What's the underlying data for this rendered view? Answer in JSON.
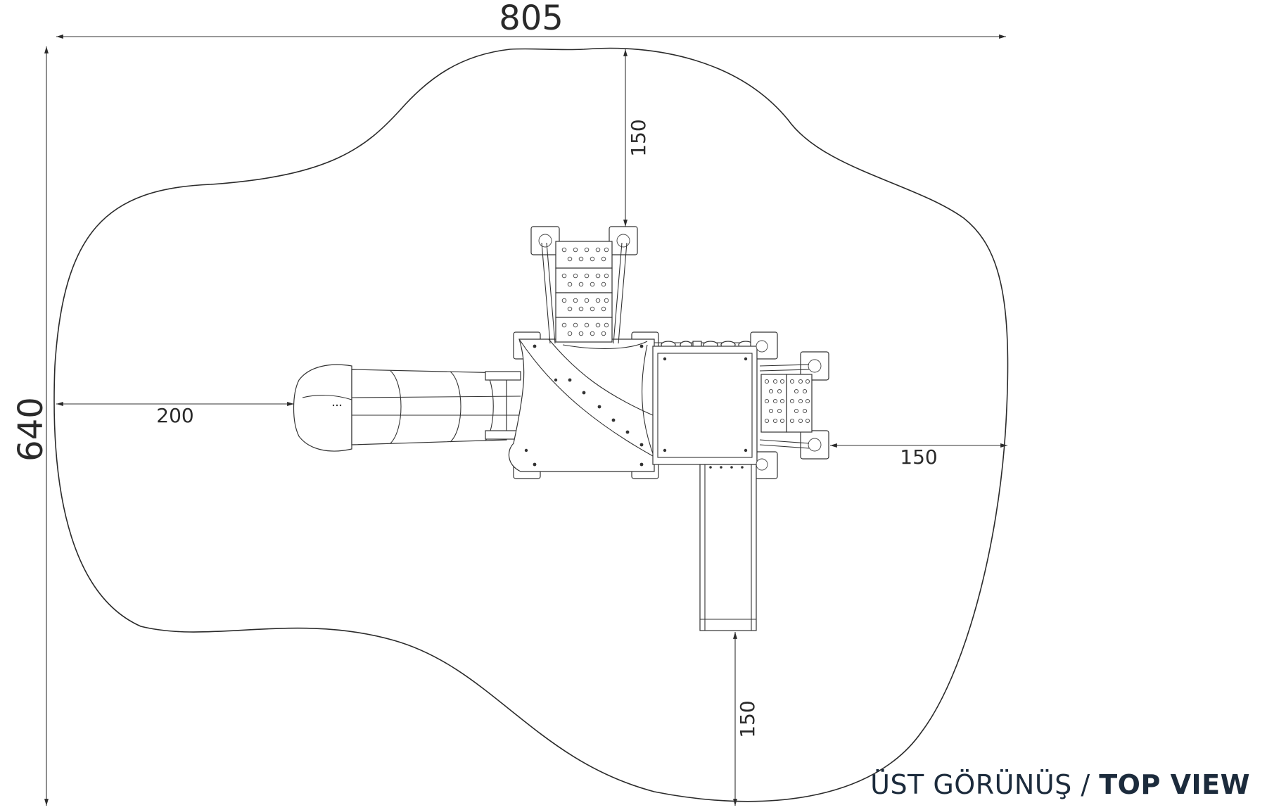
{
  "dimensions": {
    "total_width": "805",
    "total_depth": "640",
    "top_clearance": "150",
    "left_clearance": "200",
    "right_clearance": "150",
    "bottom_clearance": "150"
  },
  "caption": {
    "turkish": "ÜST GÖRÜNÜŞ /",
    "english": "TOP VIEW"
  },
  "colors": {
    "line": "#2b2b2b",
    "caption": "#1c2b3c"
  }
}
